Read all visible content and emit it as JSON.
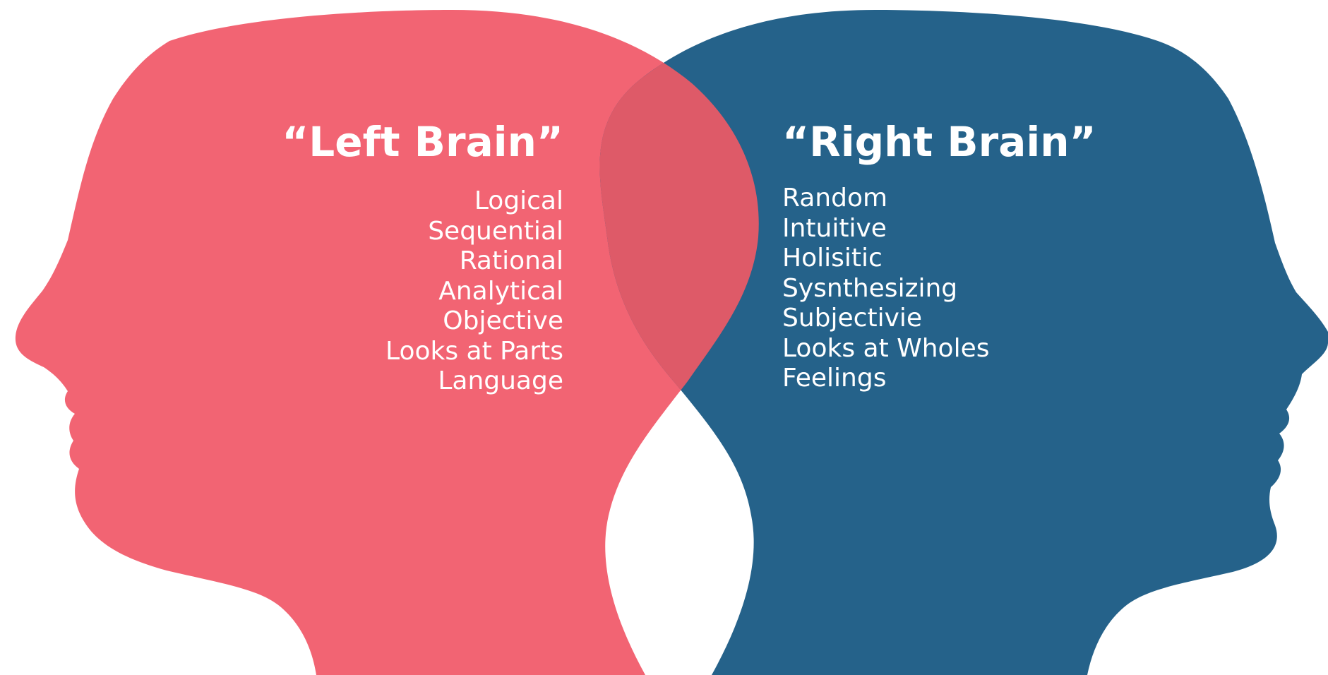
{
  "colors": {
    "left_head": "#F26473",
    "right_head": "#25628A",
    "overlap": "#DE5A68",
    "text": "#FFFFFF"
  },
  "left": {
    "title": "“Left Brain”",
    "traits": [
      "Logical",
      "Sequential",
      "Rational",
      "Analytical",
      "Objective",
      "Looks at Parts",
      "Language"
    ]
  },
  "right": {
    "title": "“Right Brain”",
    "traits": [
      "Random",
      "Intuitive",
      "Holisitic",
      "Sysnthesizing",
      "Subjectivie",
      "Looks at Wholes",
      "Feelings"
    ]
  }
}
